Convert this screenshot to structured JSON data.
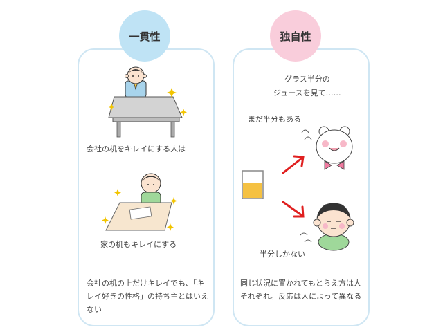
{
  "left": {
    "title": "一貫性",
    "caption_office": "会社の机をキレイにする人は",
    "caption_home": "家の机もキレイにする",
    "conclusion": "会社の机の上だけキレイでも、「キレイ好きの性格」の持ち主とはいえない"
  },
  "right": {
    "title": "独自性",
    "premise": "グラス半分の\nジュースを見て……",
    "reaction_positive": "まだ半分もある",
    "reaction_negative": "半分しかない",
    "conclusion": "同じ状況に置かれてもとらえ方は人それぞれ。反応は人によって異なる"
  },
  "colors": {
    "panel_border": "#cfe6f3",
    "badge_left": "#bfe3f5",
    "badge_right": "#f9cddb",
    "arrow": "#e02020",
    "juice": "#f5c142",
    "shirt": "#9fd89a"
  }
}
